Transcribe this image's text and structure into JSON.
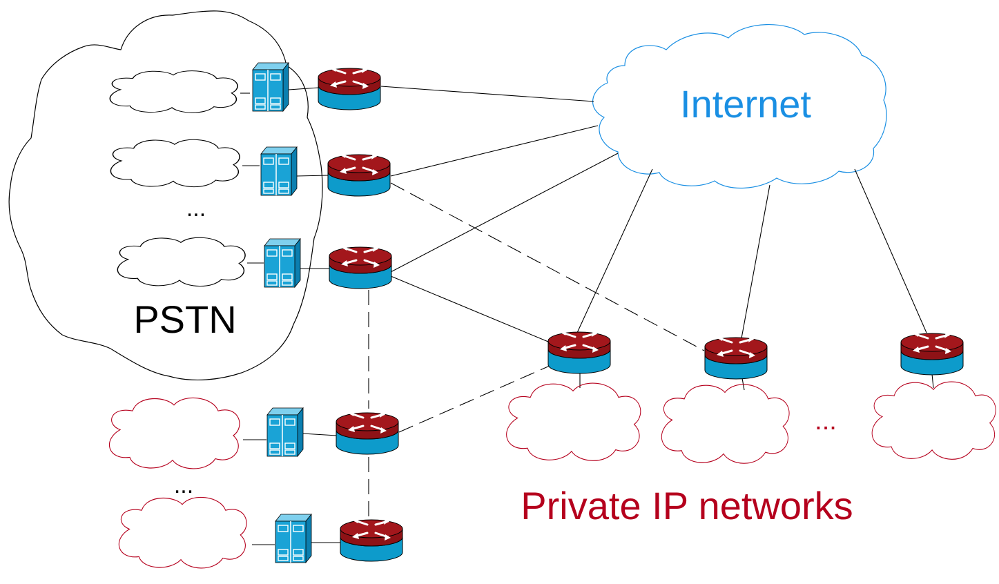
{
  "labels": {
    "internet": "Internet",
    "pstn": "PSTN",
    "private_networks": "Private IP networks",
    "ellipsis": "..."
  },
  "colors": {
    "internet": "#1a8fe3",
    "private": "#b5001d",
    "pstn": "#000000",
    "router_top": "#a3171c",
    "router_body": "#0d9bcb",
    "switch_body": "#1aa3d6"
  },
  "icons": {
    "router": "router-icon",
    "switch": "voice-gateway-switch-icon",
    "cloud": "cloud-icon"
  }
}
